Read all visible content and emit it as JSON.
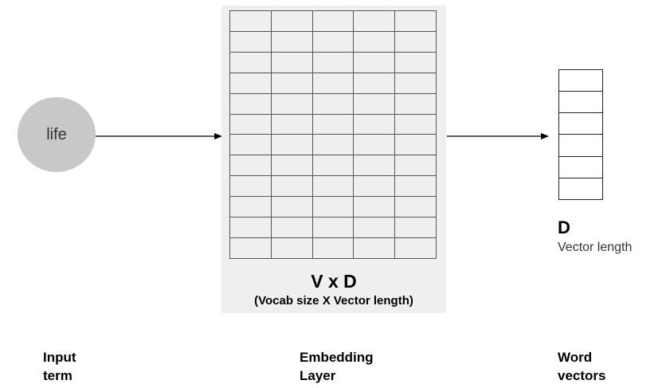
{
  "input_term": {
    "label": "life",
    "color": "#c8c8c8"
  },
  "embedding_layer": {
    "rows": 12,
    "columns": 5,
    "title": "V x D",
    "subtitle": "(Vocab size X Vector length)",
    "panel_color": "#efefef"
  },
  "word_vector": {
    "cells": 6,
    "label": "D",
    "sublabel": "Vector length"
  },
  "captions": {
    "input": [
      "Input",
      "term"
    ],
    "embedding": [
      "Embedding",
      "Layer"
    ],
    "output": [
      "Word",
      "vectors"
    ]
  }
}
